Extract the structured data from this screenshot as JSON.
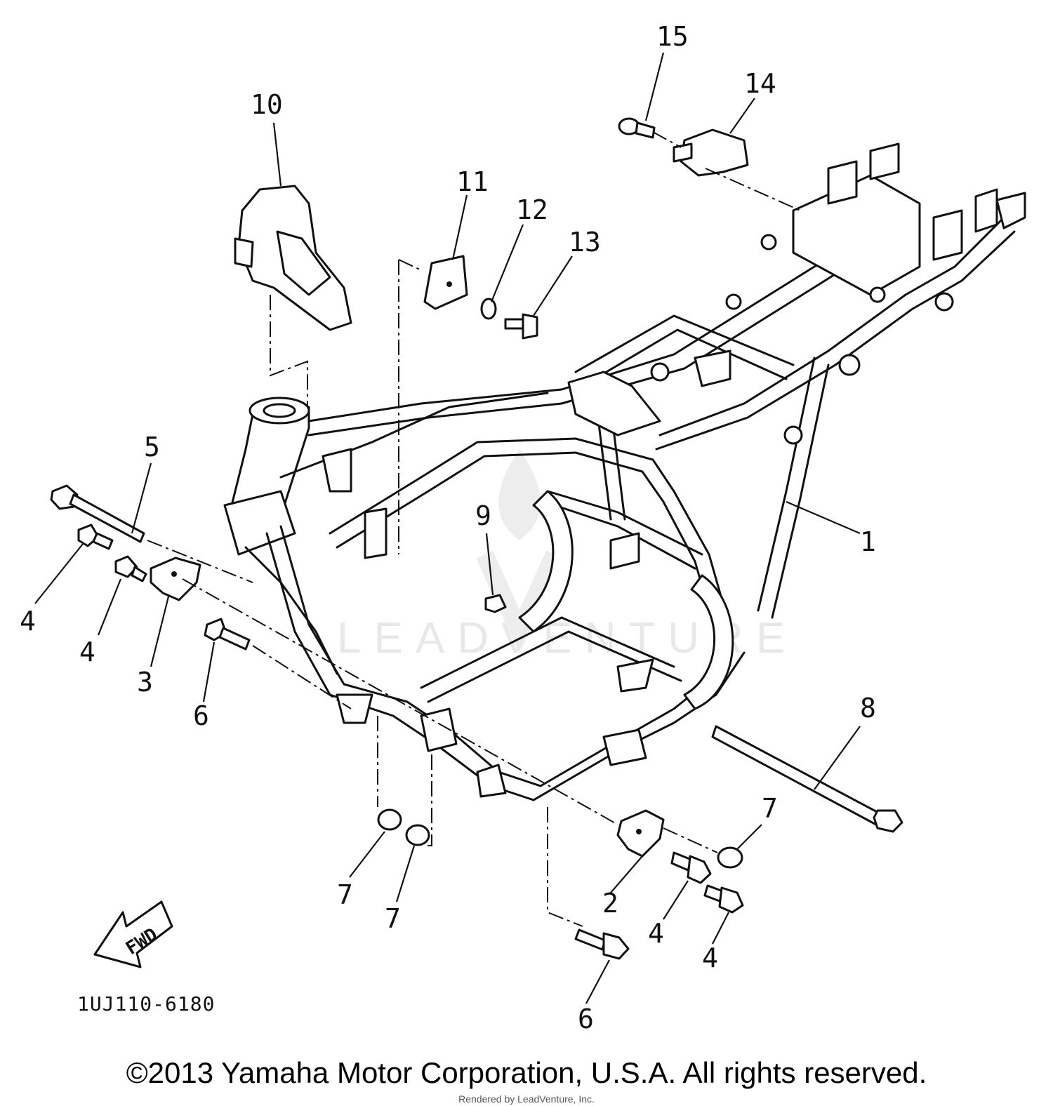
{
  "diagram": {
    "callouts": [
      {
        "id": "c1",
        "text": "1"
      },
      {
        "id": "c2",
        "text": "2"
      },
      {
        "id": "c3",
        "text": "3"
      },
      {
        "id": "c4a",
        "text": "4"
      },
      {
        "id": "c4b",
        "text": "4"
      },
      {
        "id": "c4c",
        "text": "4"
      },
      {
        "id": "c4d",
        "text": "4"
      },
      {
        "id": "c5",
        "text": "5"
      },
      {
        "id": "c6a",
        "text": "6"
      },
      {
        "id": "c6b",
        "text": "6"
      },
      {
        "id": "c7a",
        "text": "7"
      },
      {
        "id": "c7b",
        "text": "7"
      },
      {
        "id": "c7c",
        "text": "7"
      },
      {
        "id": "c8",
        "text": "8"
      },
      {
        "id": "c9",
        "text": "9"
      },
      {
        "id": "c10",
        "text": "10"
      },
      {
        "id": "c11",
        "text": "11"
      },
      {
        "id": "c12",
        "text": "12"
      },
      {
        "id": "c13",
        "text": "13"
      },
      {
        "id": "c14",
        "text": "14"
      },
      {
        "id": "c15",
        "text": "15"
      }
    ],
    "fwd_label": "FWD",
    "diagram_code": "1UJ110-6180",
    "watermark_text": "LEADVENTURE"
  },
  "footer": {
    "copyright": "©2013 Yamaha Motor Corporation, U.S.A. All rights reserved.",
    "rendered_by": "Rendered by LeadVenture, Inc."
  }
}
